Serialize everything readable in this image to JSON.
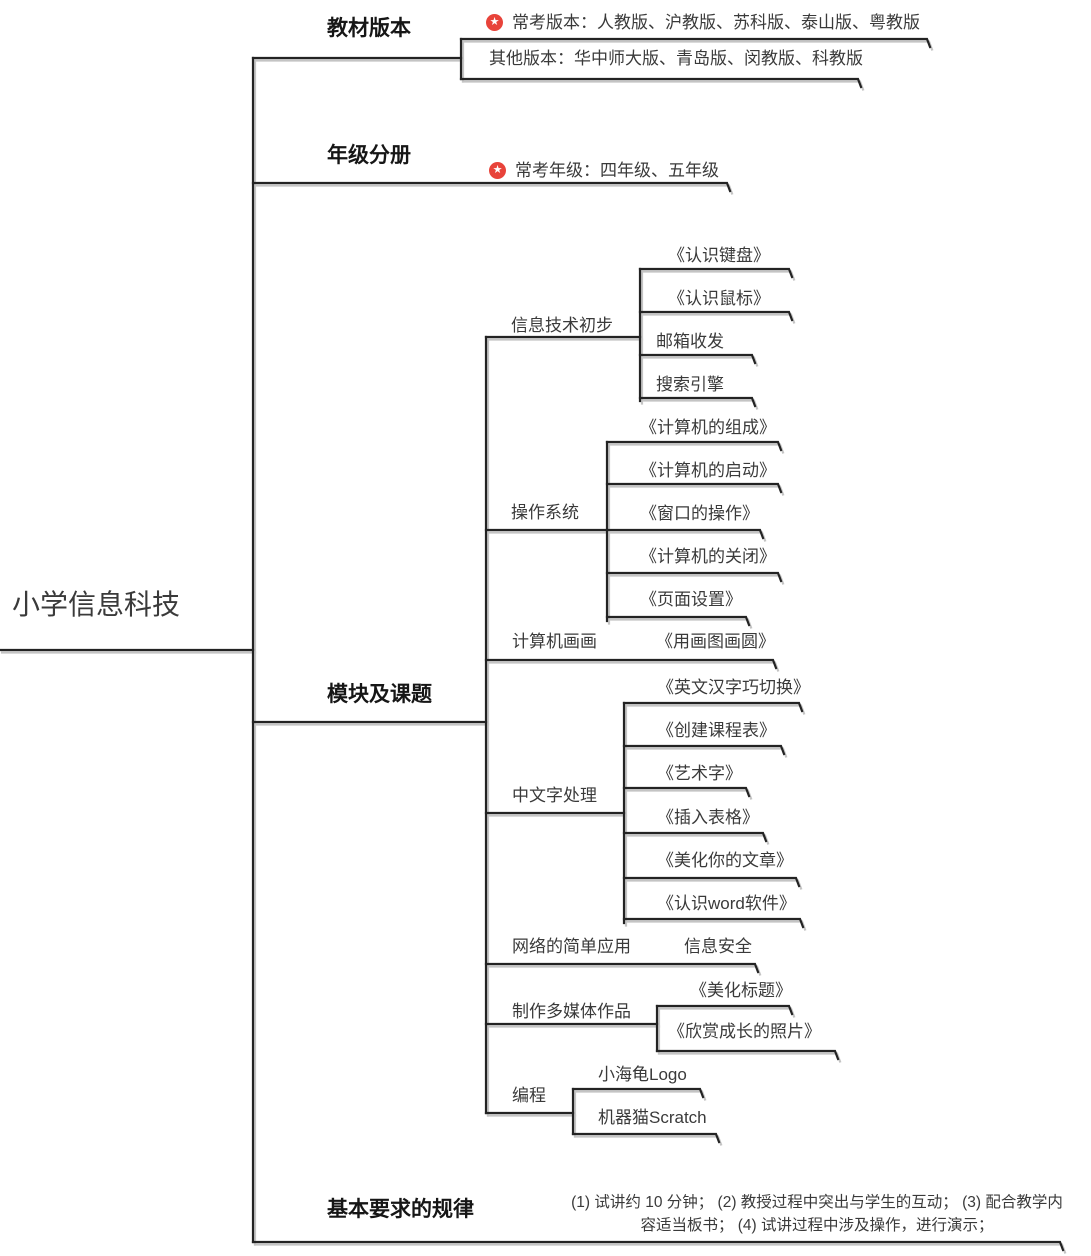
{
  "colors": {
    "line": "#232323",
    "line_shadow": "#c4c4c4",
    "text": "#3a3a3a",
    "star_red": "#e8433a"
  },
  "icons": {
    "star_glyph": "★"
  },
  "root": {
    "label": "小学信息科技"
  },
  "branches": [
    {
      "label": "教材版本",
      "children": [
        {
          "icon": "star-badge",
          "label": "常考版本：人教版、沪教版、苏科版、泰山版、粤教版"
        },
        {
          "label": "其他版本：华中师大版、青岛版、闵教版、科教版"
        }
      ]
    },
    {
      "label": "年级分册",
      "children": [
        {
          "icon": "star-badge",
          "label": "常考年级：四年级、五年级"
        }
      ]
    },
    {
      "label": "模块及课题",
      "children": [
        {
          "label": "信息技术初步",
          "children": [
            {
              "label": "《认识键盘》"
            },
            {
              "label": "《认识鼠标》"
            },
            {
              "label": "邮箱收发"
            },
            {
              "label": "搜索引擎"
            }
          ]
        },
        {
          "label": "操作系统",
          "children": [
            {
              "label": "《计算机的组成》"
            },
            {
              "label": "《计算机的启动》"
            },
            {
              "label": "《窗口的操作》"
            },
            {
              "label": "《计算机的关闭》"
            },
            {
              "label": "《页面设置》"
            }
          ]
        },
        {
          "label": "计算机画画",
          "children": [
            {
              "label": "《用画图画圆》"
            }
          ]
        },
        {
          "label": "中文字处理",
          "children": [
            {
              "label": "《英文汉字巧切换》"
            },
            {
              "label": "《创建课程表》"
            },
            {
              "label": "《艺术字》"
            },
            {
              "label": "《插入表格》"
            },
            {
              "label": "《美化你的文章》"
            },
            {
              "label": "《认识word软件》"
            }
          ]
        },
        {
          "label": "网络的简单应用",
          "children": [
            {
              "label": "信息安全"
            }
          ]
        },
        {
          "label": "制作多媒体作品",
          "children": [
            {
              "label": "《美化标题》"
            },
            {
              "label": "《欣赏成长的照片》"
            }
          ]
        },
        {
          "label": "编程",
          "children": [
            {
              "label": "小海龟Logo"
            },
            {
              "label": "机器猫Scratch"
            }
          ]
        }
      ]
    },
    {
      "label": "基本要求的规律",
      "children": [
        {
          "label": "(1) 试讲约 10 分钟； (2) 教授过程中突出与学生的互动； (3) 配合教学内容适当板书； (4) 试讲过程中涉及操作，进行演示；"
        }
      ]
    }
  ]
}
